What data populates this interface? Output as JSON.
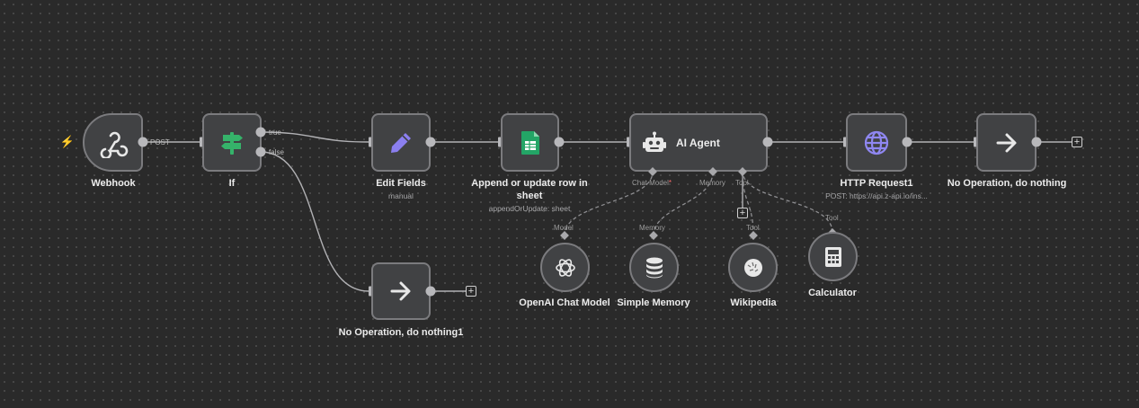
{
  "nodes": {
    "webhook": {
      "label": "Webhook"
    },
    "if": {
      "label": "If"
    },
    "edit_fields": {
      "label": "Edit Fields",
      "subtitle": "manual"
    },
    "sheets": {
      "label": "Append or update row in sheet",
      "subtitle": "appendOrUpdate: sheet"
    },
    "ai_agent": {
      "label": "AI Agent"
    },
    "http": {
      "label": "HTTP Request1",
      "subtitle": "POST: https://api.z-api.io/ins..."
    },
    "noop": {
      "label": "No Operation, do nothing"
    },
    "noop1": {
      "label": "No Operation, do nothing1"
    },
    "openai": {
      "label": "OpenAI Chat Model"
    },
    "memory": {
      "label": "Simple Memory"
    },
    "wikipedia": {
      "label": "Wikipedia"
    },
    "calculator": {
      "label": "Calculator"
    }
  },
  "edge_labels": {
    "post": "POST",
    "true": "true",
    "false": "false"
  },
  "agent_ports": {
    "chat_model": "Chat Model",
    "required": "*",
    "memory": "Memory",
    "tool": "Tool"
  },
  "sub_ports": {
    "model": "Model",
    "memory": "Memory",
    "tool_wikipedia": "Tool",
    "tool_calculator": "Tool"
  },
  "plus_symbol": "+",
  "trigger_symbol": "⚡",
  "icons": {
    "webhook": "webhook-icon",
    "if": "signpost-icon",
    "edit_fields": "pencil-icon",
    "sheets": "google-sheets-icon",
    "ai_agent": "robot-icon",
    "http": "globe-icon",
    "noop": "arrow-right-icon",
    "openai": "openai-icon",
    "memory": "database-icon",
    "wikipedia": "wikipedia-icon",
    "calculator": "calculator-icon"
  },
  "colors": {
    "canvas": "#2a2a2a",
    "node_bg": "#414244",
    "node_border": "#7b7b7e",
    "connection": "#b1b1b4",
    "if_green": "#35b36a",
    "pencil_purple": "#8b7ff0",
    "sheets_green": "#23a566",
    "globe_purple": "#8f87f1",
    "trigger_orange": "#ff6d5a"
  }
}
